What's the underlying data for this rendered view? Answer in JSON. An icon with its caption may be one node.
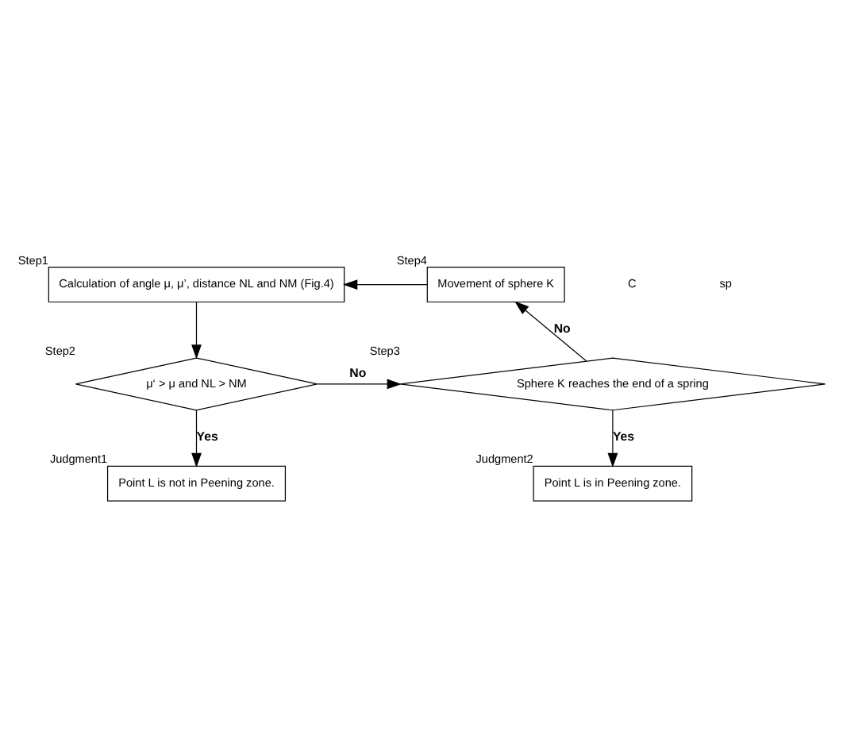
{
  "diagram": {
    "nodes": [
      {
        "text": [
          "Calculation of angle μ, μ’, distance NL and NM (Fig.4)"
        ],
        "beside": [
          "Step1"
        ]
      },
      {
        "text": [
          "μ‘ > μ and NL > NM"
        ],
        "beside": [
          "Step2"
        ]
      },
      {
        "text": [
          "Sphere K reaches the end of a spring"
        ],
        "beside": [
          "Step3"
        ]
      },
      {
        "text": [
          "Movement of sphere K"
        ],
        "beside": [
          "Step4"
        ]
      },
      {
        "text": [
          "Point L is not in Peening zone."
        ],
        "beside": [
          "Judgment1"
        ]
      },
      {
        "text": [
          "Point L is in Peening zone."
        ],
        "beside": [
          "Judgment2"
        ]
      }
    ],
    "edges": [
      {
        "from": 0,
        "to": 1,
        "arrow": "to"
      },
      {
        "from": 1,
        "to": 2,
        "arrow": "to",
        "label": "No"
      },
      {
        "from": 2,
        "to": 3,
        "arrow": "to",
        "label": "No"
      },
      {
        "from": 3,
        "to": 0,
        "arrow": "to"
      },
      {
        "from": 1,
        "to": 4,
        "arrow": "to",
        "label": "Yes"
      },
      {
        "from": 2,
        "to": 5,
        "arrow": "to",
        "label": "Yes"
      }
    ],
    "labels": [
      "C",
      "sp"
    ]
  }
}
